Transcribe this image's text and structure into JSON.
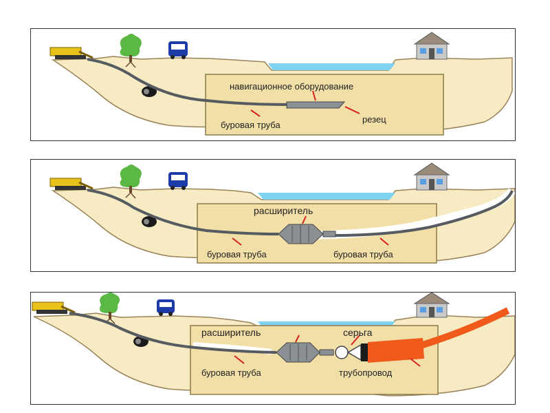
{
  "panels": [
    {
      "labels": {
        "navigation": "навигационное оборудование",
        "drill_pipe": "буровая труба",
        "cutter": "резец"
      }
    },
    {
      "labels": {
        "reamer": "расширитель",
        "drill_pipe_left": "буровая труба",
        "drill_pipe_right": "буровая труба"
      }
    },
    {
      "labels": {
        "reamer": "расширитель",
        "swivel": "серьга",
        "drill_pipe": "буровая труба",
        "pipeline": "трубопровод"
      }
    }
  ],
  "colors": {
    "ground": "#f7ebc3",
    "ground_edge": "#9a8258",
    "water": "#7fd3f0",
    "drill_pipe": "#555b60",
    "bore_path": "#ffffff",
    "pipeline": "#f05a1a",
    "label_red": "#d62020",
    "tree": "#5cb845",
    "bus": "#1c3aa8",
    "house": "#c9c9c9",
    "rig": "#e8c21a"
  },
  "icons": [
    "drill-rig-icon",
    "tree-icon",
    "bus-icon",
    "house-icon",
    "tunnel-pipe-icon"
  ]
}
